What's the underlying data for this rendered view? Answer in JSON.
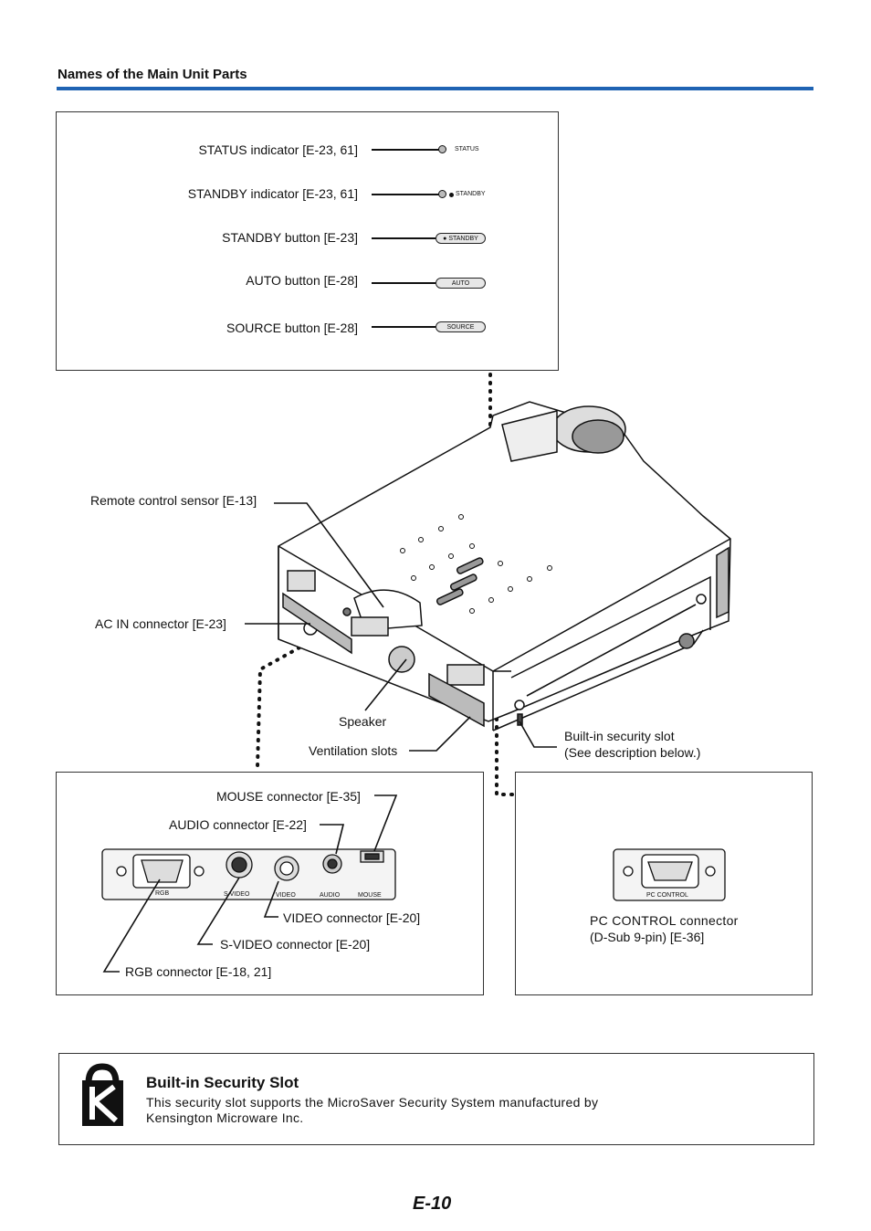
{
  "header": {
    "title": "Names of the Main Unit Parts"
  },
  "top_panel": {
    "callouts": [
      "STATUS indicator [E-23, 61]",
      "STANDBY indicator [E-23, 61]",
      "STANDBY button [E-23]",
      "AUTO button [E-28]",
      "SOURCE button [E-28]"
    ],
    "status_text": "STATUS",
    "standby_text": "STANDBY",
    "standby_btn": "STANDBY",
    "auto_btn": "AUTO",
    "source_btn": "SOURCE"
  },
  "main_callouts": {
    "remote": "Remote control sensor [E-13]",
    "acin": "AC IN connector [E-23]",
    "speaker": "Speaker",
    "vent": "Ventilation slots",
    "security_1": "Built-in security slot",
    "security_2": "(See description below.)"
  },
  "left_panel": {
    "mouse": "MOUSE connector [E-35]",
    "audio": "AUDIO connector [E-22]",
    "video": "VIDEO connector [E-20]",
    "svideo": "S-VIDEO connector [E-20]",
    "rgb": "RGB connector [E-18, 21]",
    "port_labels": {
      "rgb": "RGB",
      "svideo": "S VIDEO",
      "video": "VIDEO",
      "audio": "AUDIO",
      "mouse": "MOUSE"
    }
  },
  "right_panel": {
    "port_label": "PC CONTROL",
    "line1": "PC  CONTROL  connector",
    "line2": "(D-Sub 9-pin) [E-36]"
  },
  "security": {
    "title": "Built-in Security Slot",
    "line1": "This  security  slot  supports  the  MicroSaver  Security  System  manufactured  by",
    "line2": "Kensington Microware Inc."
  },
  "page_number": "E-10"
}
